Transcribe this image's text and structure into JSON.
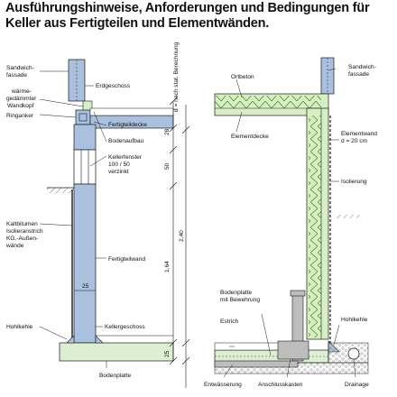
{
  "title": {
    "line1": "Ausführungshinweise, Anforderungen und Bedingungen für",
    "line2": "Keller aus Fertigteilen und Elementwänden."
  },
  "left_section": {
    "labels": {
      "sandwich": [
        "Sandwich-",
        "fassade"
      ],
      "erdgeschoss": "Erdgeschoss",
      "waermegedaemmt": [
        "wärme-",
        "gedämmter",
        "Wandkopf"
      ],
      "ringanker": "Ringanker",
      "fertigteildecke": "Fertigteildecke",
      "bodenaufbau": "Bodenaufbau",
      "kellerfenster": [
        "Kellerfenster",
        "100 / 50",
        "verzinkt"
      ],
      "kaltbitumen": [
        "Kaltbitumen",
        "Isolieranstrich",
        "KG.-Außen-",
        "wände"
      ],
      "fertigteilwand": "Fertigteilwand",
      "wall_thickness": "25",
      "hohlkehle": "Hohlkehle",
      "kellergeschoss": "Kellergeschoss",
      "bodenplatte": "Bodenplatte"
    },
    "dimensions": {
      "stat": "d = nach stat. Berechnung",
      "d28": "28",
      "d50": "50",
      "d164": "1,64",
      "d240": "2,40",
      "d25": "25"
    }
  },
  "right_section": {
    "labels": {
      "ortbeton": "Ortbeton",
      "sandwich": [
        "Sandwich-",
        "fassade"
      ],
      "elementdecke": "Elementdecke",
      "elementwand": [
        "Elementwand",
        "d = 20 cm"
      ],
      "isolierung": "Isolierung",
      "bodenplatte": [
        "Bodenplatte",
        "mit Bewehrung"
      ],
      "estrich": "Estrich",
      "hohlkehle": "Hohlkehle",
      "entwaesserung": "Entwässerung",
      "anschlusskasten": "Anschlusskasten",
      "drainage": "Drainage"
    }
  },
  "colors": {
    "concrete": "#a9c0de",
    "insulation": "#d8efc4",
    "slab": "#dcefd0",
    "ground": "#c9c9c9",
    "pipe": "#bdbdbd",
    "line": "#1a1a1a"
  }
}
